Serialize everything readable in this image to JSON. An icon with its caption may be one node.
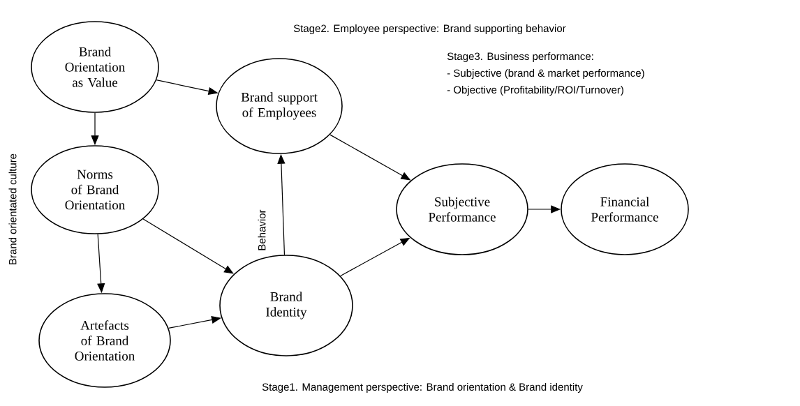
{
  "diagram": {
    "nodes": [
      {
        "text": [
          "Brand Orientation as Value"
        ]
      },
      {
        "text": [
          "Norms of Brand Orientation"
        ]
      },
      {
        "text": [
          "Artefacts of Brand Orientation"
        ]
      },
      {
        "text": [
          "Brand support of Employees"
        ]
      },
      {
        "text": [
          "Brand Identity"
        ]
      },
      {
        "text": [
          "Subjective Performance"
        ]
      },
      {
        "text": [
          "Financial Performance"
        ]
      }
    ],
    "edges": [
      {
        "from": 0,
        "to": 3,
        "arrow": "to"
      },
      {
        "from": 0,
        "to": 1,
        "arrow": "to"
      },
      {
        "from": 1,
        "to": 2,
        "arrow": "to"
      },
      {
        "from": 1,
        "to": 4,
        "arrow": "to"
      },
      {
        "from": 2,
        "to": 4,
        "arrow": "to"
      },
      {
        "from": 4,
        "to": 3,
        "arrow": "to"
      },
      {
        "from": 3,
        "to": 5,
        "arrow": "to"
      },
      {
        "from": 4,
        "to": 5,
        "arrow": "to"
      },
      {
        "from": 5,
        "to": 6,
        "arrow": "to"
      }
    ],
    "labels": [
      "Stage2. Employee perspective: Brand supporting behavior",
      "Stage3. Business performance:",
      "- Subjective (brand & market performance)",
      "- Objective (Profitability/ROI/Turnover)",
      "Brand orientated culture",
      "Behavior",
      "Stage1. Management perspective: Brand orientation & Brand identity"
    ]
  }
}
